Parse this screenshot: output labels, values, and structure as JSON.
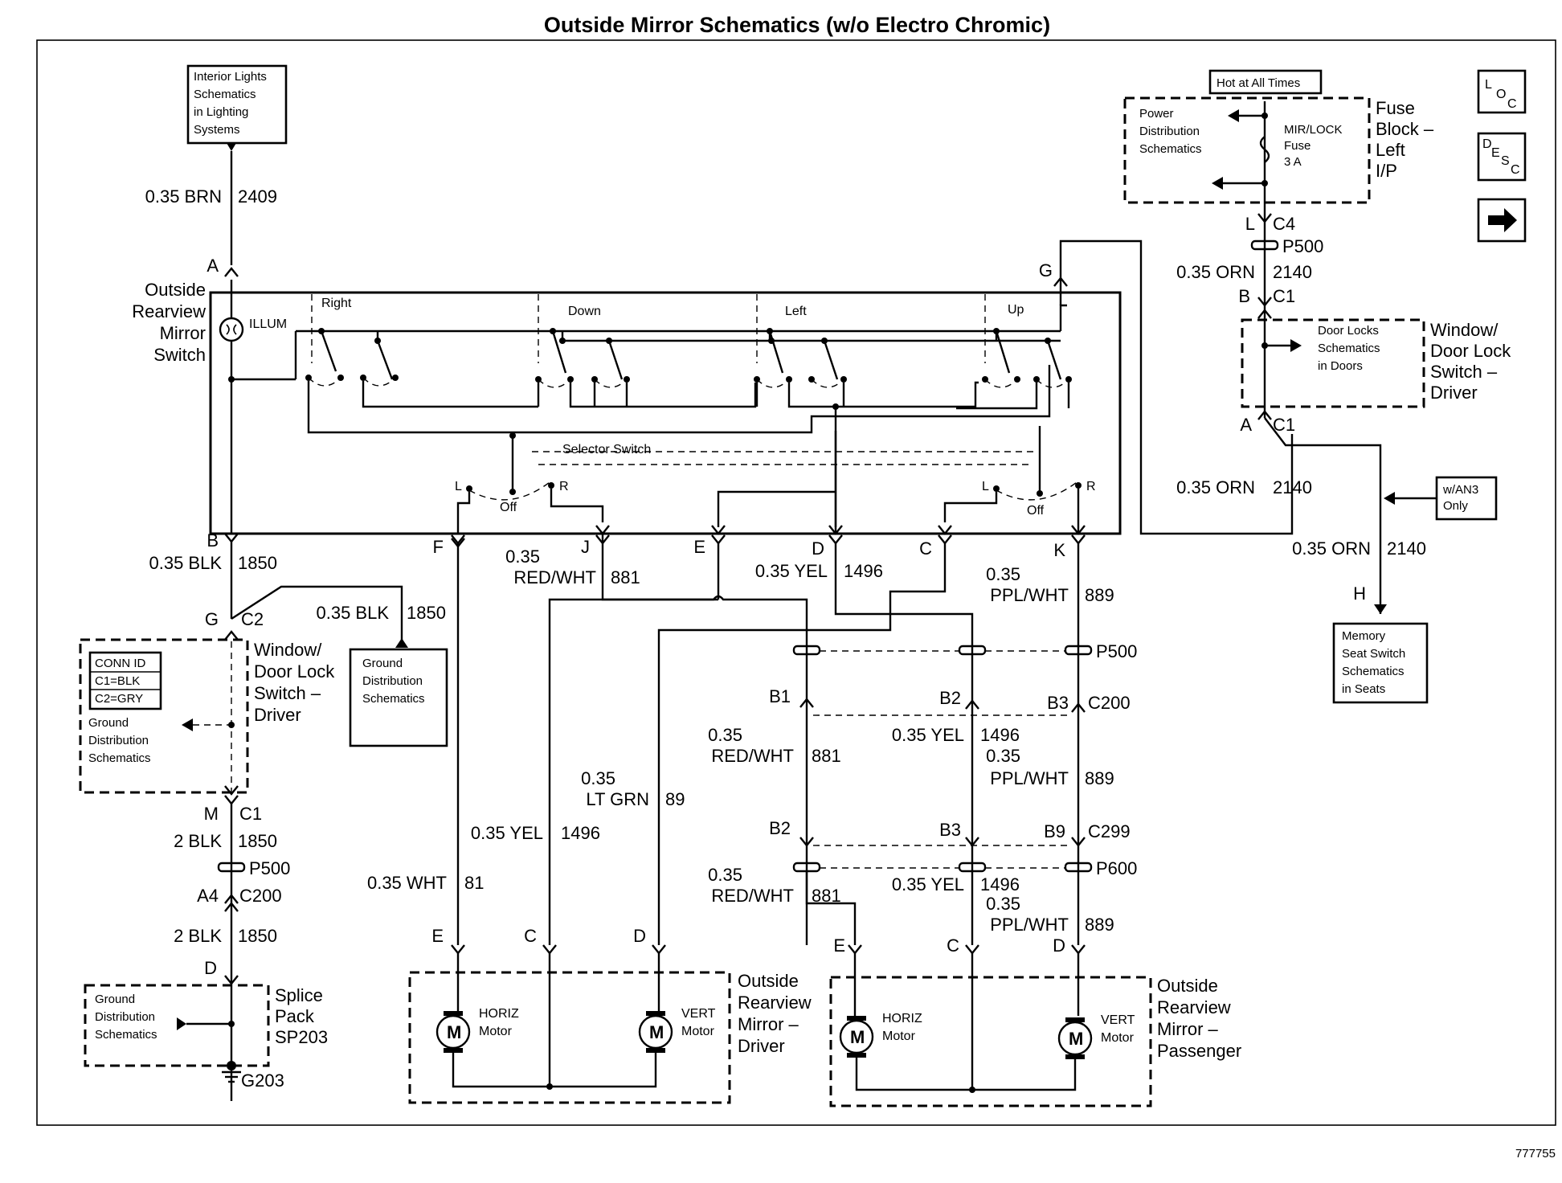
{
  "title": "Outside Mirror Schematics (w/o Electro Chromic)",
  "figure_id": "777755",
  "nav": {
    "loc_icon_text": [
      "L",
      "O",
      "C"
    ],
    "desc_icon_text": [
      "D",
      "E",
      "S",
      "C"
    ],
    "next_icon": "right-arrow-icon"
  },
  "boxes": {
    "interior_lights": [
      "Interior Lights",
      "Schematics",
      "in Lighting",
      "Systems"
    ],
    "hot_at_all_times": "Hot at All Times",
    "power_dist": [
      "Power",
      "Distribution",
      "Schematics"
    ],
    "fuse": [
      "MIR/LOCK",
      "Fuse",
      "3 A"
    ],
    "fuse_block": [
      "Fuse",
      "Block –",
      "Left",
      "I/P"
    ],
    "door_locks": [
      "Door Locks",
      "Schematics",
      "in Doors"
    ],
    "window_door_lock_right": [
      "Window/",
      "Door Lock",
      "Switch –",
      "Driver"
    ],
    "w_an3": [
      "w/AN3",
      "Only"
    ],
    "memory_seat": [
      "Memory",
      "Seat Switch",
      "Schematics",
      "in Seats"
    ],
    "outside_switch": [
      "Outside",
      "Rearview",
      "Mirror",
      "Switch"
    ],
    "illum": "ILLUM",
    "selector_switch": "Selector Switch",
    "switch_sections": [
      "Right",
      "Down",
      "Left",
      "Up"
    ],
    "conn_id": [
      "CONN ID",
      "C1=BLK",
      "C2=GRY"
    ],
    "ground_dist_left": [
      "Ground",
      "Distribution",
      "Schematics"
    ],
    "window_door_lock_left": [
      "Window/",
      "Door Lock",
      "Switch –",
      "Driver"
    ],
    "ground_dist_box": [
      "Ground",
      "Distribution",
      "Schematics"
    ],
    "ground_dist_splice": [
      "Ground",
      "Distribution",
      "Schematics"
    ],
    "splice_pack": [
      "Splice",
      "Pack",
      "SP203"
    ],
    "ground": "G203",
    "mirror_driver": [
      "Outside",
      "Rearview",
      "Mirror –",
      "Driver"
    ],
    "mirror_passenger": [
      "Outside",
      "Rearview",
      "Mirror –",
      "Passenger"
    ],
    "horiz_motor": [
      "HORIZ",
      "Motor"
    ],
    "vert_motor": [
      "VERT",
      "Motor"
    ],
    "motor_symbol": "M"
  },
  "selector": {
    "l": "L",
    "r": "R",
    "off": "Off"
  },
  "wires": {
    "w2409": [
      "0.35 BRN",
      "2409"
    ],
    "w1850_blk": [
      "0.35 BLK",
      "1850"
    ],
    "w1850_blk_b": [
      "0.35 BLK",
      "1850"
    ],
    "w1850_2blk": [
      "2 BLK",
      "1850"
    ],
    "w1850_2blk_b": [
      "2 BLK",
      "1850"
    ],
    "w2140_a": [
      "0.35 ORN",
      "2140"
    ],
    "w2140_b": [
      "0.35 ORN",
      "2140"
    ],
    "w2140_c": [
      "0.35 ORN",
      "2140"
    ],
    "w881_top": [
      "0.35",
      "RED/WHT",
      "881"
    ],
    "w1496_top": [
      "0.35 YEL",
      "1496"
    ],
    "w889_top": [
      "0.35",
      "PPL/WHT",
      "889"
    ],
    "w881_mid": [
      "0.35",
      "RED/WHT",
      "881"
    ],
    "w1496_mid": [
      "0.35 YEL",
      "1496"
    ],
    "w889_mid": [
      "0.35",
      "PPL/WHT",
      "889"
    ],
    "w881_low": [
      "0.35",
      "RED/WHT",
      "881"
    ],
    "w1496_low": [
      "0.35 YEL",
      "1496"
    ],
    "w889_low": [
      "0.35",
      "PPL/WHT",
      "889"
    ],
    "w89": [
      "0.35",
      "LT GRN",
      "89"
    ],
    "w1496_driver": [
      "0.35 YEL",
      "1496"
    ],
    "w81": [
      "0.35 WHT",
      "81"
    ]
  },
  "connectors": {
    "A_top": "A",
    "B_bot": "B",
    "G_c2": "G",
    "C2": "C2",
    "M_c1": "M",
    "C1_left": "C1",
    "P500_left": "P500",
    "A4": "A4",
    "C200_left": "C200",
    "D_splice": "D",
    "F": "F",
    "J": "J",
    "E": "E",
    "D": "D",
    "C": "C",
    "K": "K",
    "G_top": "G",
    "L_c4": "L",
    "C4": "C4",
    "P500_right": "P500",
    "B_c1": "B",
    "C1_right": "C1",
    "A_c1": "A",
    "C1_right_b": "C1",
    "H": "H",
    "P500_mid": "P500",
    "B1": "B1",
    "B2": "B2",
    "B3": "B3",
    "C200_mid": "C200",
    "B2_low": "B2",
    "B3_low": "B3",
    "B9": "B9",
    "C299": "C299",
    "P600": "P600",
    "E_d": "E",
    "C_d": "C",
    "D_d": "D",
    "E_p": "E",
    "C_p": "C",
    "D_p": "D"
  }
}
